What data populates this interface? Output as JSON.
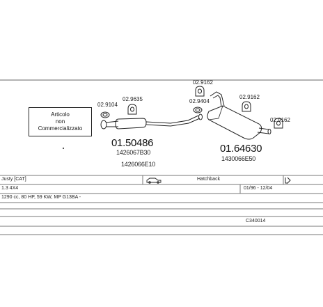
{
  "notice": {
    "line1": "Articolo",
    "line2": "non",
    "line3": "Commercializzato"
  },
  "parts": {
    "p1": "02.9104",
    "p2": "02.9635",
    "p3": "02.9162",
    "p4": "02.9404",
    "p5": "02.9162",
    "p6": "02.9162"
  },
  "assemblies": {
    "front_number": "01.50486",
    "front_oem1": "1426067B30",
    "front_oem2": "1426066E10",
    "rear_number": "01.64630",
    "rear_oem": "1430066E50"
  },
  "vehicle": {
    "model": "Justy  [CAT]",
    "body": "Hatchback",
    "variant": "1.3 4X4",
    "dates": "01/96 - 12/04",
    "engine": "1290 cc, 80 HP, 59 KW, MP G13BA -",
    "code": "C340014"
  }
}
